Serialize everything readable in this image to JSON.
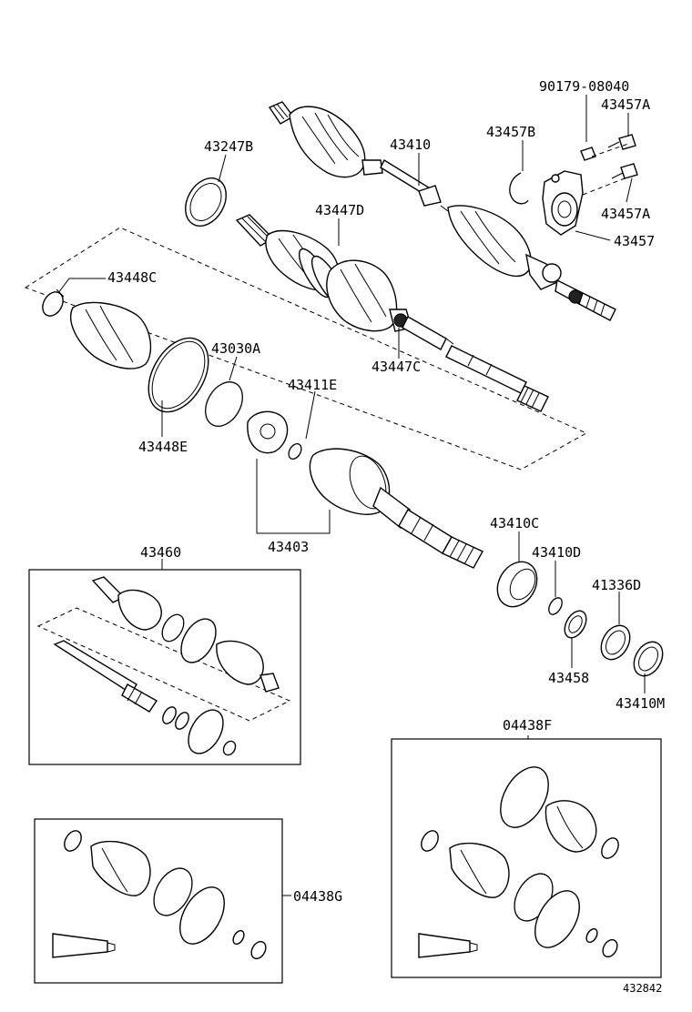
{
  "labels": {
    "p90179": "90179-08040",
    "p43457A_top": "43457A",
    "p43457B": "43457B",
    "p43410": "43410",
    "p43247B": "43247B",
    "p43447D": "43447D",
    "p43457A_bottom": "43457A",
    "p43457": "43457",
    "p43448C": "43448C",
    "p43030A": "43030A",
    "p43447C": "43447C",
    "p43411E": "43411E",
    "p43448E": "43448E",
    "p43403": "43403",
    "p43460": "43460",
    "p43410C": "43410C",
    "p43410D": "43410D",
    "p41336D": "41336D",
    "p43458": "43458",
    "p43410M": "43410M",
    "p04438F": "04438F",
    "p04438G": "04438G",
    "fig_code": "432842"
  }
}
